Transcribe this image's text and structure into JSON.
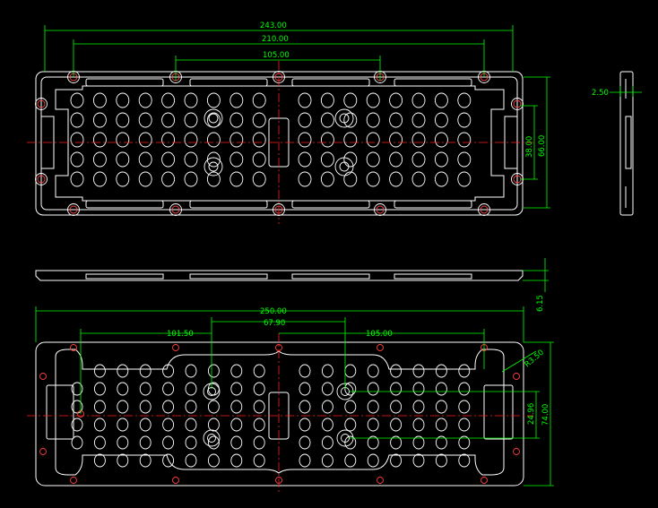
{
  "colors": {
    "background": "#000000",
    "outline": "#ffffff",
    "dimension": "#00ff00",
    "centerline": "#ff2020",
    "screw_hole": "#ff4040"
  },
  "top_view": {
    "dims": {
      "overall_width": "243.00",
      "outer_hole_pitch": "210.00",
      "inner_hole_pitch": "105.00",
      "inner_height": "38.00",
      "overall_height": "66.00"
    }
  },
  "side_view": {
    "dims": {
      "thickness": "2.50"
    }
  },
  "front_view": {
    "dims": {
      "height": "6.15"
    }
  },
  "bottom_view": {
    "dims": {
      "overall_width": "250.00",
      "left_offset": "101.50",
      "center_pitch": "67.90",
      "right_pitch": "105.00",
      "radius": "R3.50",
      "hole_pitch": "24.96",
      "overall_height": "74.00"
    }
  }
}
